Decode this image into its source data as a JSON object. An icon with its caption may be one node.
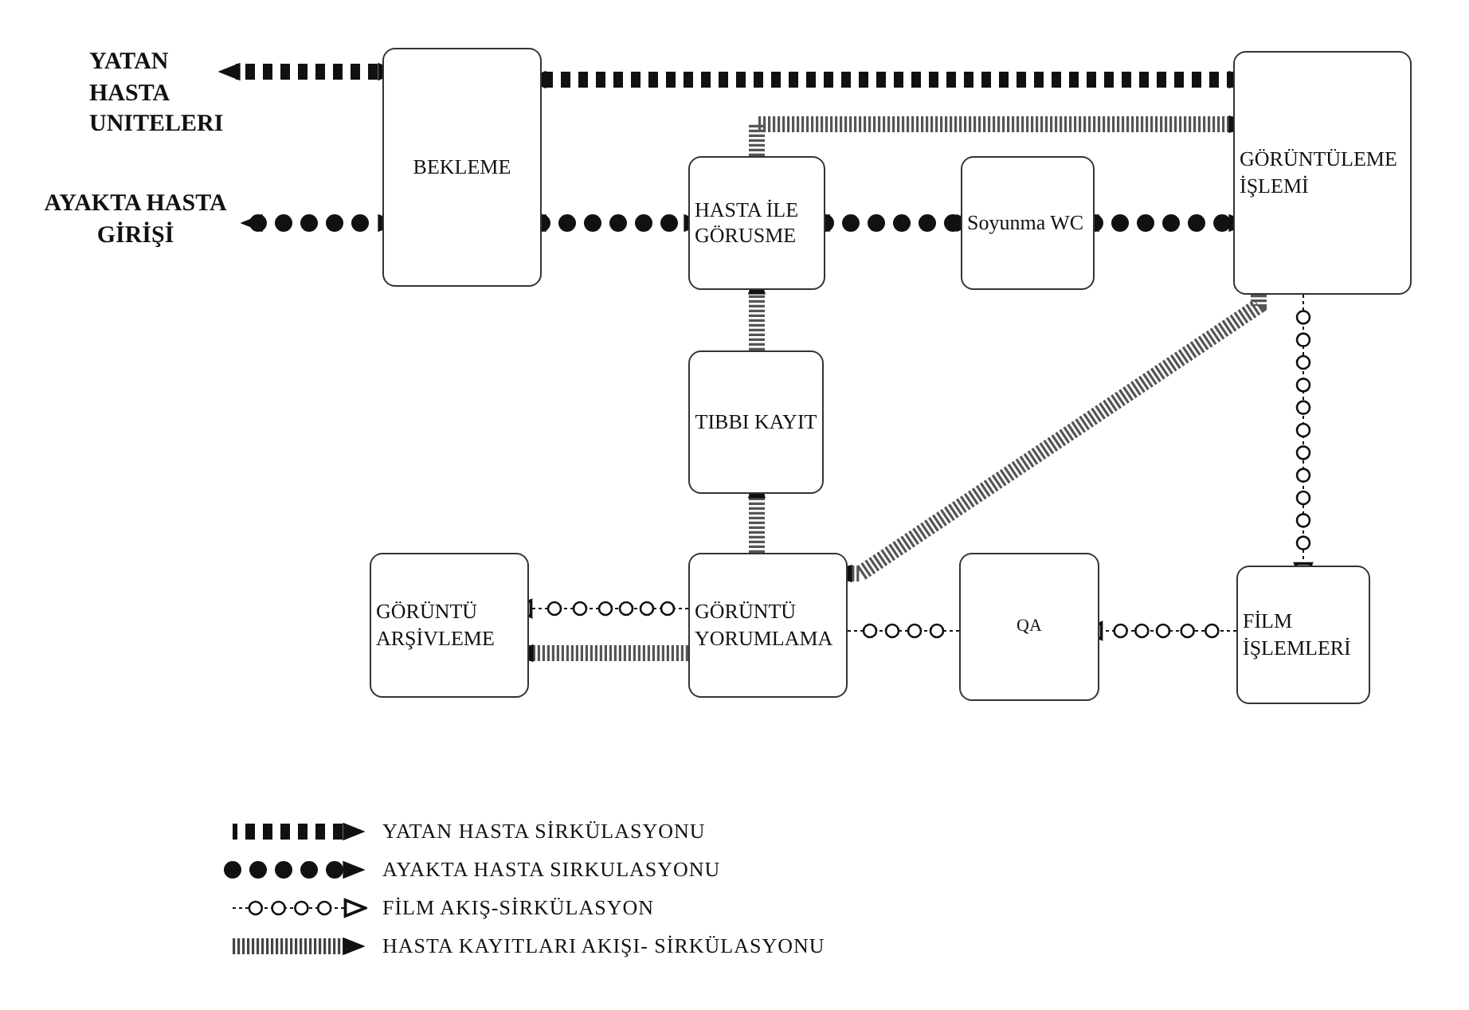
{
  "diagram": {
    "nodes": [
      {
        "text": [
          "YATAN HASTA UNITELERI"
        ]
      },
      {
        "text": [
          "AYAKTA HASTA GİRİŞİ"
        ]
      },
      {
        "text": [
          "BEKLEME"
        ]
      },
      {
        "text": [
          "HASTA İLE GÖRUSME"
        ]
      },
      {
        "text": [
          "Soyunma WC"
        ]
      },
      {
        "text": [
          "GÖRÜNTÜLEME İŞLEMİ"
        ]
      },
      {
        "text": [
          "TIBBI KAYIT"
        ]
      },
      {
        "text": [
          "GÖRÜNTÜ ARŞİVLEME"
        ]
      },
      {
        "text": [
          "GÖRÜNTÜ YORUMLAMA"
        ]
      },
      {
        "text": [
          "QA"
        ]
      },
      {
        "text": [
          "FİLM İŞLEMLERİ"
        ]
      }
    ],
    "edges": [
      {
        "from": 0,
        "to": 2,
        "arrow": "both",
        "style": "thick"
      },
      {
        "from": 1,
        "to": 2,
        "arrow": "both"
      },
      {
        "from": 2,
        "to": 5,
        "arrow": "both",
        "style": "thick"
      },
      {
        "from": 2,
        "to": 3,
        "arrow": "both"
      },
      {
        "from": 3,
        "to": 4,
        "arrow": "both"
      },
      {
        "from": 4,
        "to": 5,
        "arrow": "both"
      },
      {
        "from": 3,
        "to": 5,
        "arrow": "to",
        "color": "#555555"
      },
      {
        "from": 6,
        "to": 3,
        "arrow": "to",
        "color": "#555555"
      },
      {
        "from": 8,
        "to": 6,
        "arrow": "to",
        "color": "#555555"
      },
      {
        "from": 5,
        "to": 8,
        "arrow": "to",
        "color": "#555555"
      },
      {
        "from": 5,
        "to": 10,
        "arrow": "to",
        "style": "dashed"
      },
      {
        "from": 10,
        "to": 9,
        "arrow": "to",
        "style": "dashed"
      },
      {
        "from": 9,
        "to": 8,
        "arrow": "none",
        "style": "dashed"
      },
      {
        "from": 8,
        "to": 7,
        "arrow": "to",
        "style": "dashed"
      },
      {
        "from": 8,
        "to": 7,
        "arrow": "to",
        "color": "#555555"
      }
    ],
    "legend": [
      {
        "text": "YATAN HASTA SİRKÜLASYONU"
      },
      {
        "text": "AYAKTA HASTA SIRKULASYONU"
      },
      {
        "text": "FİLM AKIŞ-SİRKÜLASYON"
      },
      {
        "text": "HASTA KAYITLARI AKIŞI- SİRKÜLASYONU"
      }
    ]
  }
}
